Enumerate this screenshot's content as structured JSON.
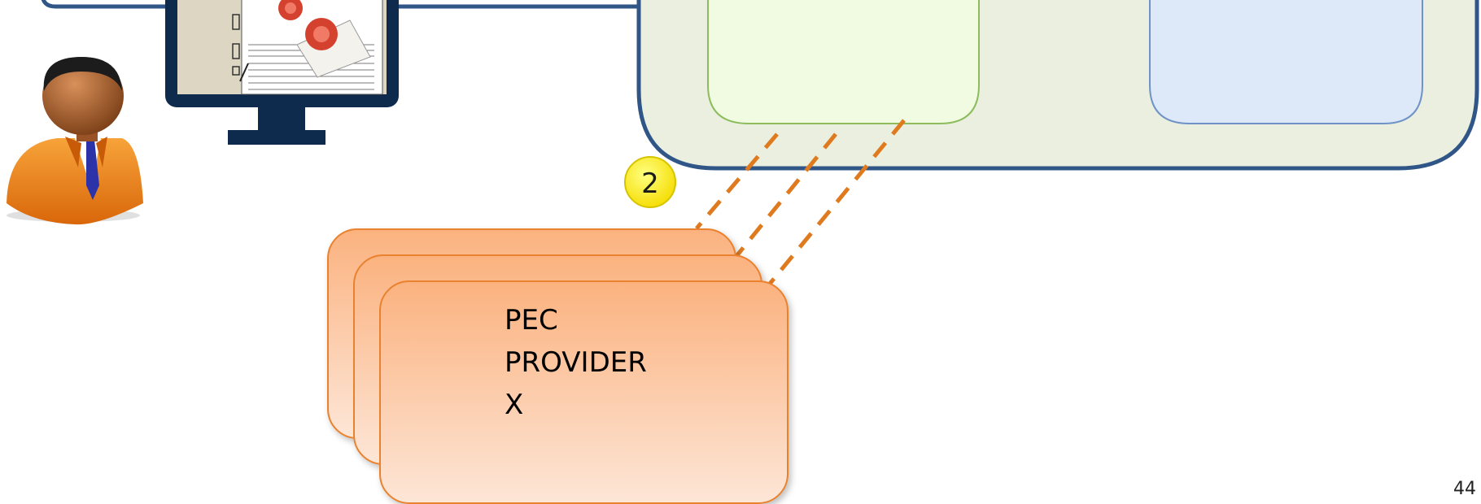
{
  "step_badge": {
    "number": "2",
    "icon": "step-number-badge"
  },
  "provider_box": {
    "lines": [
      "PEC",
      "PROVIDER",
      "X"
    ],
    "stack_count": 3
  },
  "page_number": "44",
  "icons": {
    "user": "person-icon",
    "computer": "computer-monitor-icon"
  },
  "colors": {
    "outer_container_fill": "#ebefdf",
    "outer_container_stroke": "#2f5687",
    "green_box_fill": "#f0fbe2",
    "green_box_stroke": "#8cbc5c",
    "blue_box_fill": "#dde8f8",
    "blue_box_stroke": "#6f93c6",
    "provider_fill_top": "#fbb27f",
    "provider_fill_bottom": "#fde6d7",
    "provider_stroke": "#e9822f",
    "connector_dashes": "#df7a1f",
    "badge_fill": "#fff200",
    "monitor": "#0e2a4d"
  }
}
